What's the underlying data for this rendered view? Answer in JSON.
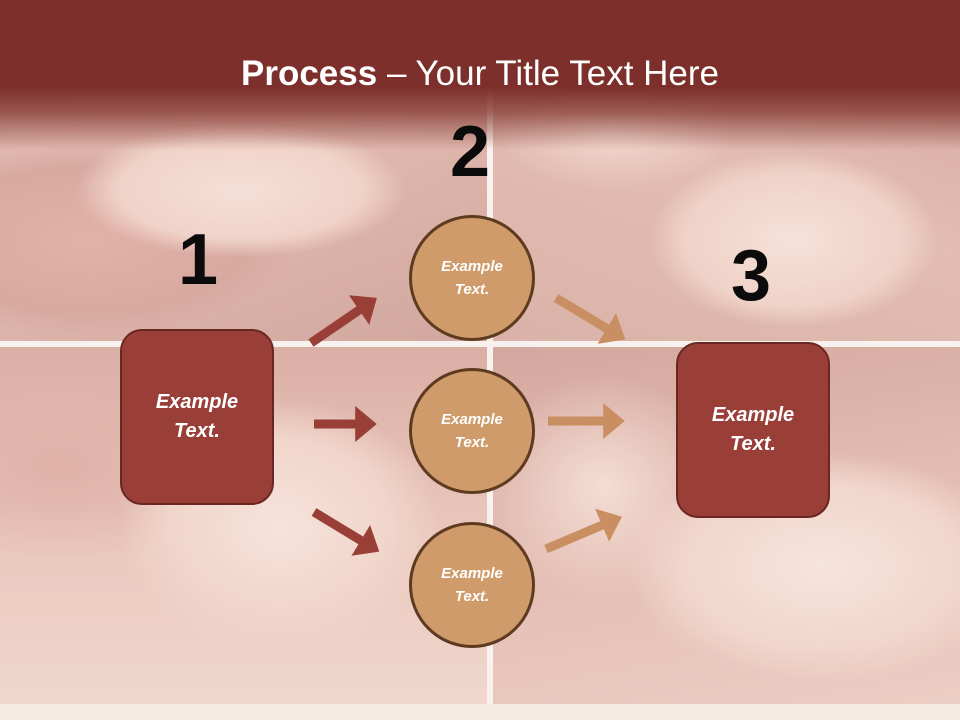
{
  "title": {
    "bold": "Process",
    "rest": " – Your Title Text Here"
  },
  "steps": {
    "one": "1",
    "two": "2",
    "three": "3"
  },
  "left_box": {
    "text": "Example Text."
  },
  "circles": [
    {
      "text": "Example Text."
    },
    {
      "text": "Example Text."
    },
    {
      "text": "Example Text."
    }
  ],
  "right_box": {
    "text": "Example Text."
  },
  "colors": {
    "header": "#7d302b",
    "box_fill": "#9a3f38",
    "circle_fill": "#cf9b6a",
    "arrow_dark": "#9a3f38",
    "arrow_light": "#c98f62"
  }
}
